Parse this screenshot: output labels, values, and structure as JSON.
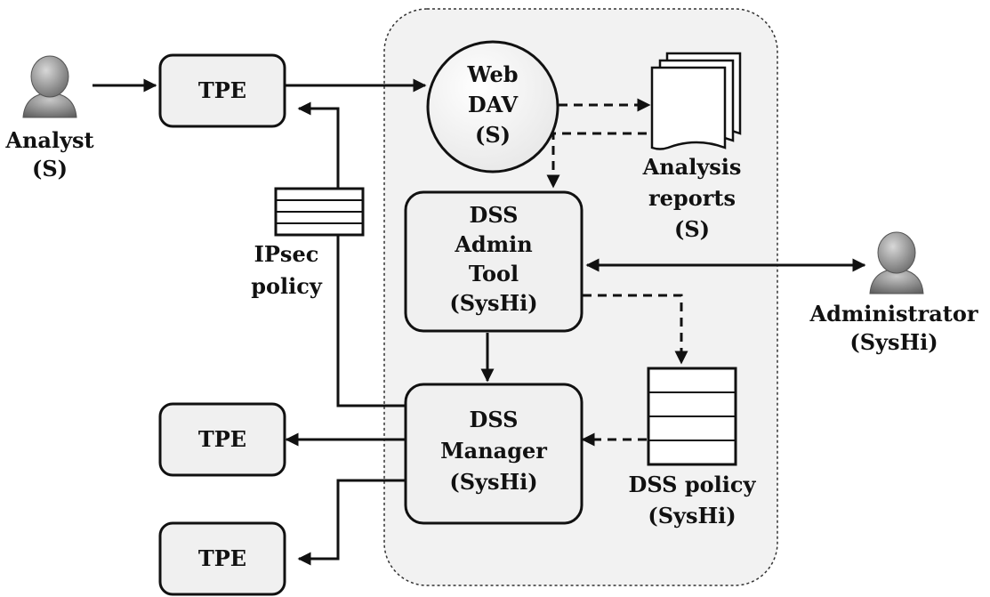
{
  "nodes": {
    "tpe_top": {
      "lines": [
        "TPE"
      ]
    },
    "tpe_mid": {
      "lines": [
        "TPE"
      ]
    },
    "tpe_bottom": {
      "lines": [
        "TPE"
      ]
    },
    "webdav": {
      "lines": [
        "Web",
        "DAV",
        "(S)"
      ]
    },
    "dss_admin": {
      "lines": [
        "DSS",
        "Admin",
        "Tool",
        "(SysHi)"
      ]
    },
    "dss_manager": {
      "lines": [
        "DSS",
        "Manager",
        "(SysHi)"
      ]
    }
  },
  "labels": {
    "analyst": [
      "Analyst",
      "(S)"
    ],
    "administrator": [
      "Administrator",
      "(SysHi)"
    ],
    "analysis_reports": [
      "Analysis",
      "reports",
      "(S)"
    ],
    "ipsec_policy": [
      "IPsec",
      "policy"
    ],
    "dss_policy": [
      "DSS policy",
      "(SysHi)"
    ]
  },
  "colors": {
    "box_fill": "#f0f0f0",
    "region_fill": "#f2f2f2",
    "stroke": "#111111",
    "person": "#8c8c8c"
  }
}
